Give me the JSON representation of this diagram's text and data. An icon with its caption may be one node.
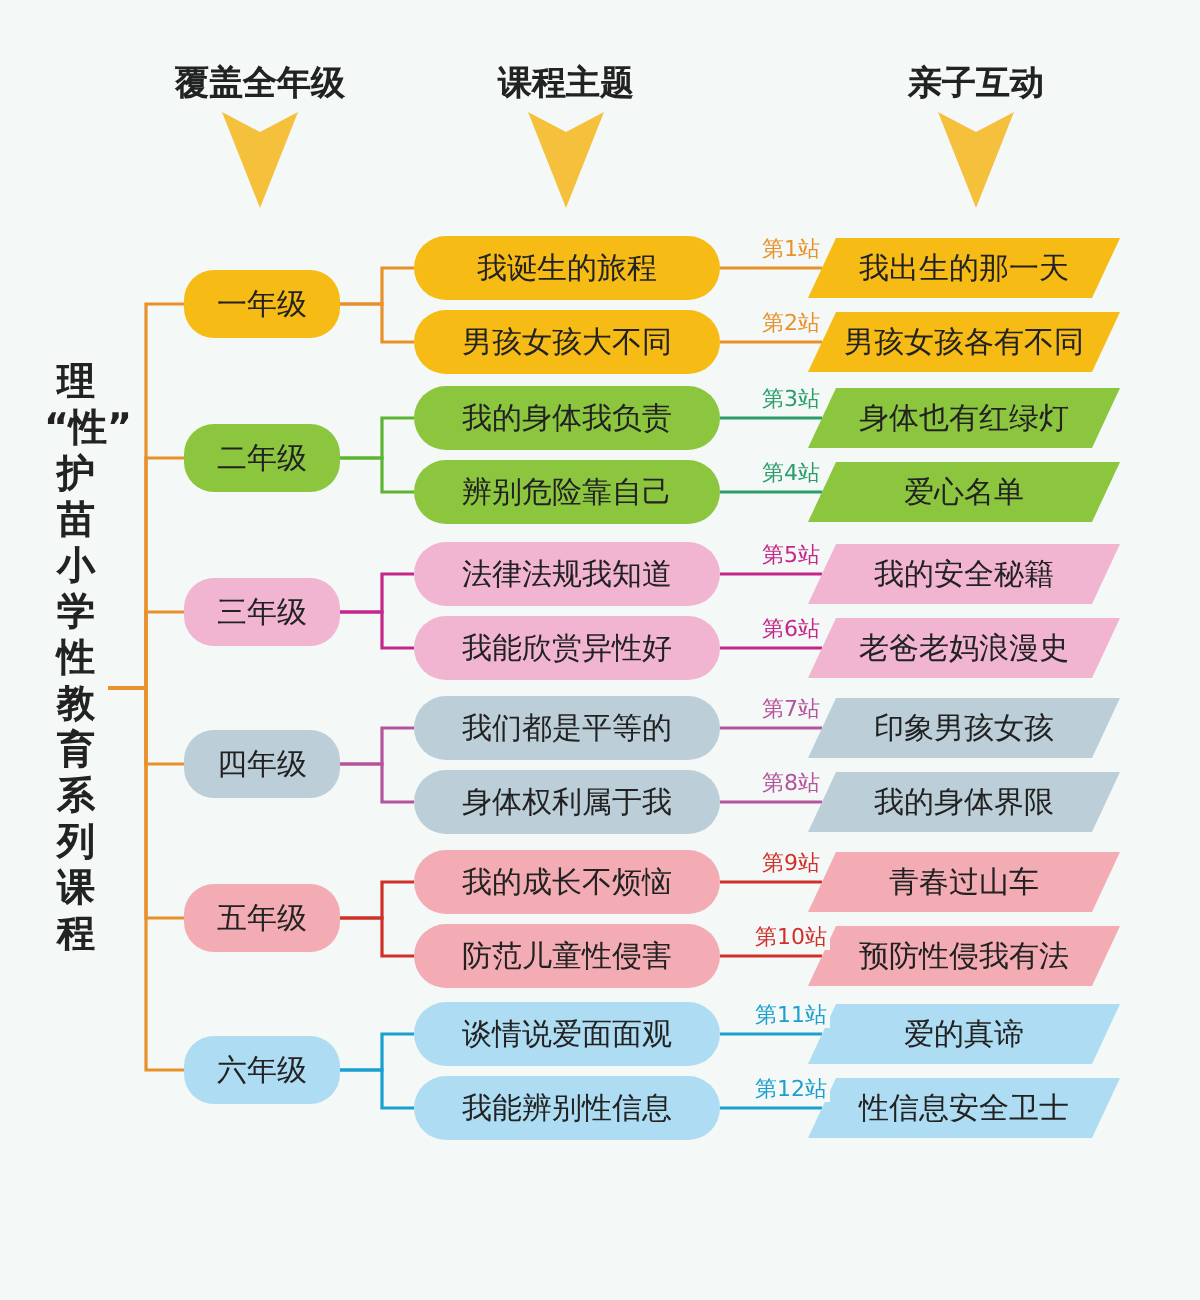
{
  "diagram": {
    "nodes": [
      {
        "text": [
          "理“性”护苗小学性教育系列课程"
        ]
      },
      {
        "text": [
          "一年级"
        ]
      },
      {
        "text": [
          "我诞生的旅程"
        ]
      },
      {
        "text": [
          "我出生的那一天"
        ]
      },
      {
        "text": [
          "男孩女孩大不同"
        ]
      },
      {
        "text": [
          "男孩女孩各有不同"
        ]
      },
      {
        "text": [
          "二年级"
        ]
      },
      {
        "text": [
          "我的身体我负责"
        ]
      },
      {
        "text": [
          "身体也有红绿灯"
        ]
      },
      {
        "text": [
          "辨别危险靠自己"
        ]
      },
      {
        "text": [
          "爱心名单"
        ]
      },
      {
        "text": [
          "三年级"
        ]
      },
      {
        "text": [
          "法律法规我知道"
        ]
      },
      {
        "text": [
          "我的安全秘籍"
        ]
      },
      {
        "text": [
          "我能欣赏异性好"
        ]
      },
      {
        "text": [
          "老爸老妈浪漫史"
        ]
      },
      {
        "text": [
          "四年级"
        ]
      },
      {
        "text": [
          "我们都是平等的"
        ]
      },
      {
        "text": [
          "印象男孩女孩"
        ]
      },
      {
        "text": [
          "身体权利属于我"
        ]
      },
      {
        "text": [
          "我的身体界限"
        ]
      },
      {
        "text": [
          "五年级"
        ]
      },
      {
        "text": [
          "我的成长不烦恼"
        ]
      },
      {
        "text": [
          "青春过山车"
        ]
      },
      {
        "text": [
          "防范儿童性侵害"
        ]
      },
      {
        "text": [
          "预防性侵我有法"
        ]
      },
      {
        "text": [
          "六年级"
        ]
      },
      {
        "text": [
          "谈情说爱面面观"
        ]
      },
      {
        "text": [
          "爱的真谛"
        ]
      },
      {
        "text": [
          "我能辨别性信息"
        ]
      },
      {
        "text": [
          "性信息安全卫士"
        ]
      }
    ],
    "edges": [
      {
        "from": 0,
        "to": 1,
        "arrow": "none"
      },
      {
        "from": 0,
        "to": 6,
        "arrow": "none"
      },
      {
        "from": 0,
        "to": 11,
        "arrow": "none"
      },
      {
        "from": 0,
        "to": 16,
        "arrow": "none"
      },
      {
        "from": 0,
        "to": 21,
        "arrow": "none"
      },
      {
        "from": 0,
        "to": 26,
        "arrow": "none"
      },
      {
        "from": 1,
        "to": 2,
        "arrow": "none"
      },
      {
        "from": 1,
        "to": 4,
        "arrow": "none"
      },
      {
        "from": 2,
        "to": 3,
        "arrow": "none",
        "label": "第1站"
      },
      {
        "from": 4,
        "to": 5,
        "arrow": "none",
        "label": "第2站"
      },
      {
        "from": 6,
        "to": 7,
        "arrow": "none",
        "color": "#5cb531"
      },
      {
        "from": 6,
        "to": 9,
        "arrow": "none",
        "color": "#5cb531"
      },
      {
        "from": 7,
        "to": 8,
        "arrow": "none",
        "label": "第3站",
        "color": "#2a9d6a"
      },
      {
        "from": 9,
        "to": 10,
        "arrow": "none",
        "label": "第4站",
        "color": "#2a9d6a"
      },
      {
        "from": 11,
        "to": 12,
        "arrow": "none",
        "color": "#c4268a"
      },
      {
        "from": 11,
        "to": 14,
        "arrow": "none",
        "color": "#c4268a"
      },
      {
        "from": 12,
        "to": 13,
        "arrow": "none",
        "label": "第5站",
        "color": "#c4268a"
      },
      {
        "from": 14,
        "to": 15,
        "arrow": "none",
        "label": "第6站",
        "color": "#c4268a"
      },
      {
        "from": 16,
        "to": 17,
        "arrow": "none",
        "color": "#b5549c"
      },
      {
        "from": 16,
        "to": 19,
        "arrow": "none",
        "color": "#b5549c"
      },
      {
        "from": 17,
        "to": 18,
        "arrow": "none",
        "label": "第7站",
        "color": "#b5549c"
      },
      {
        "from": 19,
        "to": 20,
        "arrow": "none",
        "label": "第8站",
        "color": "#b5549c"
      },
      {
        "from": 21,
        "to": 22,
        "arrow": "none",
        "color": "#d0302a"
      },
      {
        "from": 21,
        "to": 24,
        "arrow": "none",
        "color": "#d0302a"
      },
      {
        "from": 22,
        "to": 23,
        "arrow": "none",
        "label": "第9站",
        "color": "#d0302a"
      },
      {
        "from": 24,
        "to": 25,
        "arrow": "none",
        "label": "第10站",
        "color": "#d0302a"
      },
      {
        "from": 26,
        "to": 27,
        "arrow": "none",
        "color": "#1a9fd0"
      },
      {
        "from": 26,
        "to": 29,
        "arrow": "none",
        "color": "#1a9fd0"
      },
      {
        "from": 27,
        "to": 28,
        "arrow": "none",
        "label": "第11站",
        "color": "#1a9fd0"
      },
      {
        "from": 29,
        "to": 30,
        "arrow": "none",
        "label": "第12站",
        "color": "#1a9fd0"
      }
    ],
    "labels": [
      "覆盖全年级",
      "课程主题",
      "亲子互动"
    ]
  }
}
